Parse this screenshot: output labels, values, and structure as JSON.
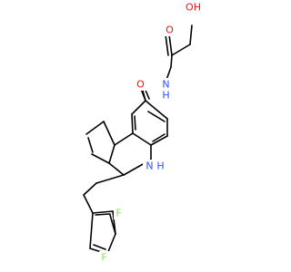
{
  "molecule": {
    "atom_labels": {
      "oxygen_carbonyl_acid": "O",
      "hydroxyl": "OH",
      "oxygen_carbonyl_amide": "O",
      "amide_nitrogen": "N",
      "amide_hydrogen": "H",
      "ring_nitrogen": "N",
      "ring_nh_hydrogen": "H",
      "fluorine_ortho": "F",
      "fluorine_para": "F"
    },
    "colors": {
      "bond": "#000000",
      "oxygen": "#ff0d0d",
      "nitrogen": "#3050f8",
      "fluorine": "#90e050"
    }
  }
}
